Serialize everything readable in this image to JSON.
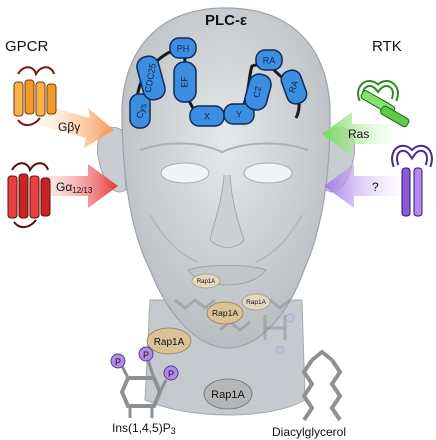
{
  "title": "PLC-ε",
  "left_heading": "GPCR",
  "right_heading": "RTK",
  "receptors": {
    "gbg": "Gβγ",
    "ga_main": "Gα",
    "ga_sub": "12/13",
    "ras": "Ras",
    "unknown": "?"
  },
  "domains": {
    "cys": "Cys",
    "cdc25": "CDC25",
    "ph": "PH",
    "ef": "EF",
    "x": "X",
    "y": "Y",
    "c2": "C2",
    "ra1": "RA",
    "ra2": "RA"
  },
  "rap": {
    "small1": "Rap1A",
    "small2": "Rap1A",
    "mid": "Rap1A",
    "left": "Rap1A",
    "bottom": "Rap1A"
  },
  "products": {
    "ip3_prefix": "Ins(1,4,5)P",
    "ip3_sub": "3",
    "dag": "Diacylglycerol",
    "phosphate": "P"
  },
  "colors": {
    "domain_fill": "#3c8ee0",
    "head_fill": "#d7dadd",
    "gbg_arrow": "#f6b27a",
    "ga_arrow": "#ec5a5a",
    "ras_arrow": "#8fe07a",
    "unknown_arrow": "#b78ee8",
    "rap_fill": "#d9c396"
  }
}
